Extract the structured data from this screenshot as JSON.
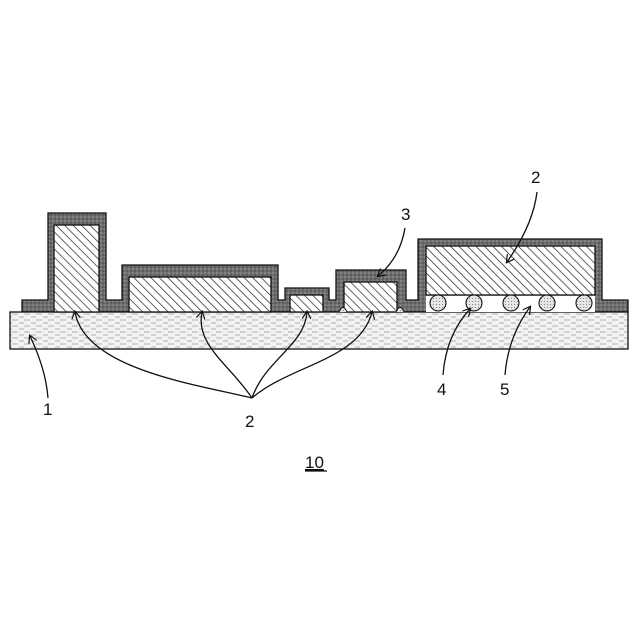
{
  "figure": {
    "number": "10",
    "colors": {
      "outline": "#111111",
      "coating": "#6e6e6e",
      "substrate_fill": "#f2f2f2",
      "chip_fill": "#ffffff",
      "bump_fill": "#dcdcdc"
    }
  },
  "labels": {
    "substrate": "1",
    "chips_group": "2",
    "chip_right": "2",
    "coating": "3",
    "bump": "4",
    "underfill": "5"
  }
}
